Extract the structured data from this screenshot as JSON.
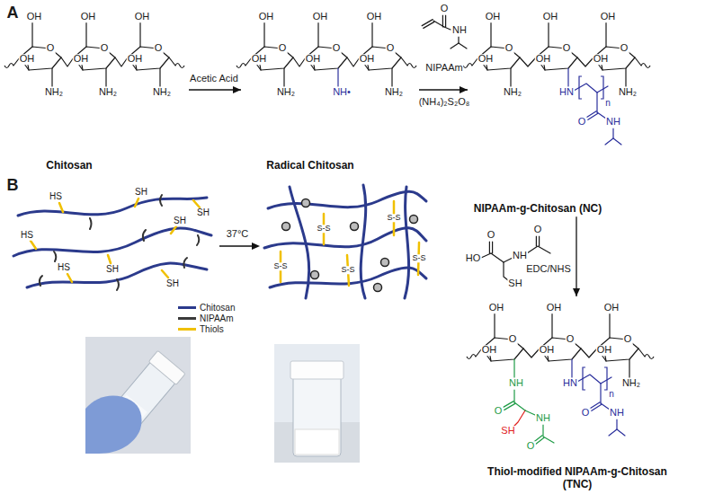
{
  "diagram": {
    "nodes": [
      {
        "text": [
          "Chitosan"
        ]
      },
      {
        "text": [
          "Radical Chitosan"
        ]
      },
      {
        "text": [
          "NIPAAm-g-Chitosan (NC)"
        ]
      },
      {
        "text": [
          "Thiol-modified NIPAAm-g-Chitosan (TNC)"
        ]
      }
    ],
    "edges": [
      {
        "from": 0,
        "to": 1,
        "arrow": "to",
        "label": "Acetic Acid"
      },
      {
        "from": 1,
        "to": 2,
        "arrow": "to",
        "label": "NIPAAm"
      },
      {
        "from": 2,
        "to": 3,
        "arrow": "to",
        "label": "EDC/NHS"
      }
    ],
    "labels": [
      "A",
      "B",
      "OH",
      "OH",
      "O",
      "NH₂",
      "OH",
      "OH",
      "O",
      "NH₂",
      "OH",
      "OH",
      "O",
      "NH₂",
      "OH",
      "OH",
      "O",
      "NH₂",
      "OH",
      "OH",
      "O",
      "NH•",
      "OH",
      "OH",
      "O",
      "NH₂",
      "O",
      "NH",
      "(NH₄)₂S₂O₈",
      "OH",
      "OH",
      "O",
      "NH₂",
      "OH",
      "OH",
      "O",
      "HN",
      "OH",
      "OH",
      "O",
      "NH₂",
      "n",
      "O",
      "NH",
      "O",
      "HO",
      "NH",
      "O",
      "SH",
      "OH",
      "OH",
      "O",
      "NH",
      "OH",
      "OH",
      "O",
      "HN",
      "OH",
      "OH",
      "O",
      "NH₂",
      "O",
      "NH",
      "O",
      "SH",
      "n",
      "O",
      "NH",
      "37°C",
      "HS",
      "SH",
      "SH",
      "HS",
      "SH",
      "SH",
      "HS",
      "SH",
      "S-S",
      "S-S",
      "S-S",
      "S-S",
      "S-S"
    ],
    "legend": [
      {
        "text": "Chitosan",
        "color": "#2b3a8c"
      },
      {
        "text": "NIPAAm",
        "color": "#3a3a3a"
      },
      {
        "text": "Thiols",
        "color": "#f0c000"
      }
    ]
  }
}
